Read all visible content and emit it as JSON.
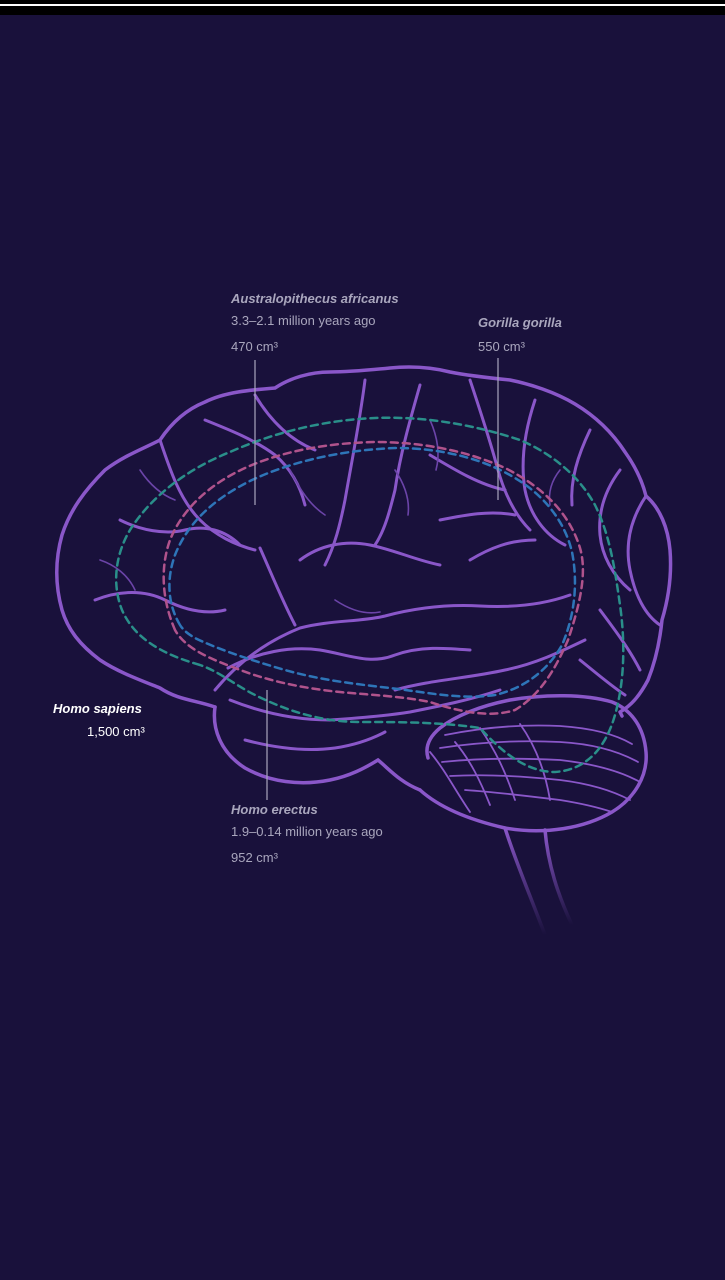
{
  "colors": {
    "background": "#19113b",
    "brain_outline": "#8a57c9",
    "muted_text": "#a9a6bd",
    "highlight_text": "#ffffff",
    "australopithecus_dash": "#2e75b8",
    "gorilla_dash": "#b0538c",
    "homo_erectus_dash": "#2a8f8a"
  },
  "annotations": {
    "australopithecus": {
      "name": "Australopithecus africanus",
      "period": "3.3–2.1 million years ago",
      "volume": "470 cm³"
    },
    "gorilla": {
      "name": "Gorilla gorilla",
      "volume": "550 cm³"
    },
    "homo_sapiens": {
      "name": "Homo sapiens",
      "volume": "1,500 cm³"
    },
    "homo_erectus": {
      "name": "Homo erectus",
      "period": "1.9–0.14 million years ago",
      "volume": "952 cm³"
    }
  }
}
